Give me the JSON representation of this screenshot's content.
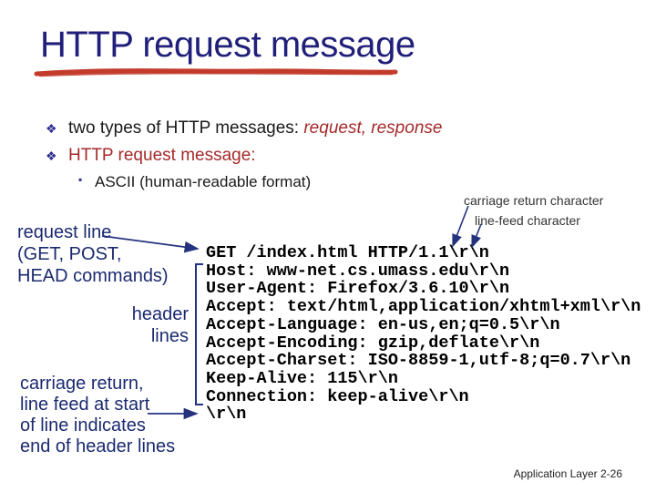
{
  "slide": {
    "title": "HTTP request message",
    "footer": "Application Layer 2-26"
  },
  "bullets": {
    "marker": "❖",
    "sub_marker": "▪",
    "b1_black": "two types of HTTP messages: ",
    "b1_red": "request, response",
    "b2": "HTTP request message:",
    "sub1": "ASCII (human-readable format)"
  },
  "annotations": {
    "carriage_return": "carriage return character",
    "line_feed": "line-feed character",
    "request_line": [
      "request line",
      "(GET, POST,",
      "HEAD commands)"
    ],
    "header_lines": [
      "header",
      "lines"
    ],
    "end_note": [
      "carriage return,",
      "line feed at start",
      "of line indicates",
      "end of header lines"
    ]
  },
  "code": {
    "lines": [
      "GET /index.html HTTP/1.1\\r\\n",
      "Host: www-net.cs.umass.edu\\r\\n",
      "User-Agent: Firefox/3.6.10\\r\\n",
      "Accept: text/html,application/xhtml+xml\\r\\n",
      "Accept-Language: en-us,en;q=0.5\\r\\n",
      "Accept-Encoding: gzip,deflate\\r\\n",
      "Accept-Charset: ISO-8859-1,utf-8;q=0.7\\r\\n",
      "Keep-Alive: 115\\r\\n",
      "Connection: keep-alive\\r\\n",
      "\\r\\n"
    ]
  },
  "colors": {
    "title_navy": "#201f7a",
    "label_navy": "#1b2a70",
    "arrow_navy": "#25337e",
    "accent_red": "#a52a2a",
    "underline_red": "#c23b2b",
    "code_black": "#000000"
  }
}
